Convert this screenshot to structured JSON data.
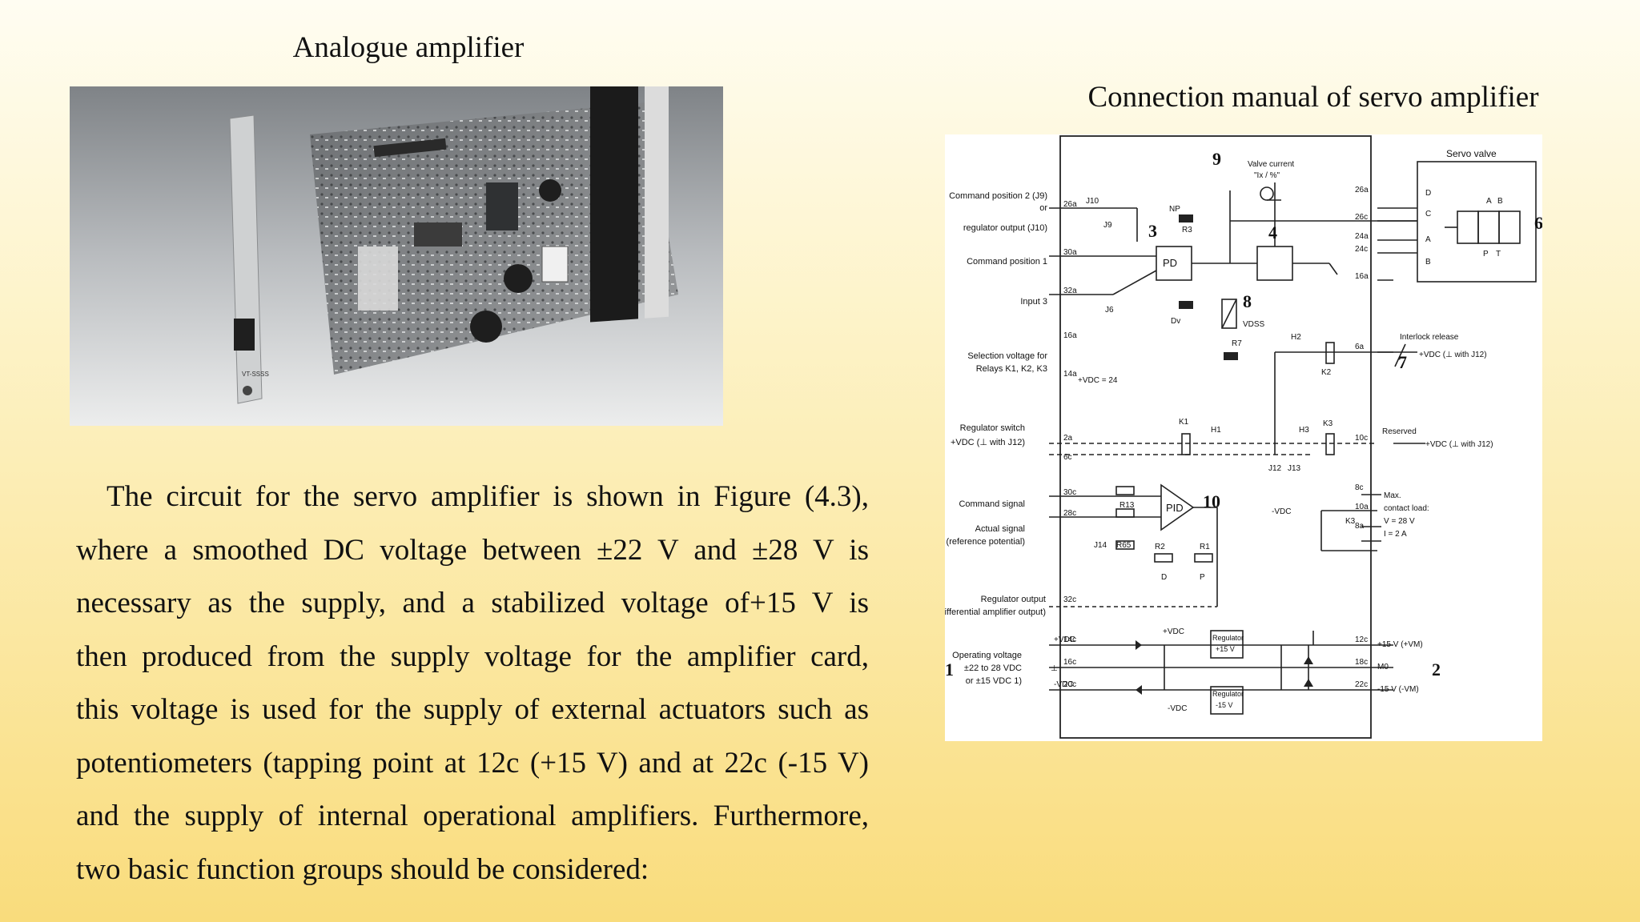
{
  "slide": {
    "left_title": "Analogue amplifier",
    "right_title": "Connection manual of servo amplifier",
    "paragraph_lines": [
      "The circuit for the servo amplifier is shown in Figure (4.3),",
      "where a smoothed  DC voltage between ±22 V and ±28 V is",
      "necessary as the supply, and a stabilized  voltage of+15 V is",
      "then produced from the supply voltage for the amplifier card,",
      "this  voltage is used for the supply of external actuators such as",
      "potentiometers (tapping  point at 12c (+15 V) and at 22c (-15 V)",
      "and the supply of internal operational  amplifiers. Furthermore,",
      "two basic function groups should be considered:"
    ]
  },
  "photo": {
    "front_panel_label": "VT-SSSS",
    "icon": "circuit-card-photo"
  },
  "diagram": {
    "left_labels": {
      "cmd2_a": "Command position 2 (J9)",
      "cmd2_b": "or",
      "cmd2_c": "regulator output (J10)",
      "cmd1": "Command position 1",
      "input3": "Input 3",
      "selv_a": "Selection voltage for",
      "selv_b": "Relays K1, K2, K3",
      "regsw_a": "Regulator switch",
      "regsw_b": "+VDC (⊥ with J12)",
      "cmdsig": "Command signal",
      "actsig_a": "Actual signal",
      "actsig_b": "(reference potential)",
      "regout_a": "Regulator output",
      "regout_b": "(Differential amplifier output)",
      "opv_a": "Operating voltage",
      "opv_b": "±22 to 28 VDC",
      "opv_c": "or ±15 VDC 1)"
    },
    "left_pins": {
      "p26a": "26a",
      "p30a": "30a",
      "p32a": "32a",
      "p16a": "16a",
      "p14a": "14a",
      "p2a": "2a",
      "p6c": "6c",
      "p30c": "30c",
      "p28c": "28c",
      "p32c": "32c",
      "p14c": "14c",
      "p16c": "16c",
      "p20c": "20c"
    },
    "right_pins": {
      "r26a": "26a",
      "r26c": "26c",
      "r24a": "24a",
      "r24c": "24c",
      "r16a": "16a",
      "r6a": "6a",
      "r10c": "10c",
      "r8c": "8c",
      "r10a": "10a",
      "r8a": "8a",
      "r12c": "12c",
      "r18c": "18c",
      "r22c": "22c"
    },
    "components": {
      "pd": "PD",
      "pid": "PID",
      "np": "NP",
      "r3": "R3",
      "j10": "J10",
      "j9": "J9",
      "j6": "J6",
      "dv": "Dv",
      "r7": "R7",
      "vdss": "VDSS",
      "vdc24": "+VDC = 24",
      "k1": "K1",
      "k2": "K2",
      "k3": "K3",
      "h1": "H1",
      "h2": "H2",
      "h3": "H3",
      "j12": "J12",
      "j13": "J13",
      "mvdc": "-VDC",
      "r13": "R13",
      "j14": "J14",
      "r65": "R65",
      "r2": "R2",
      "r1": "R1",
      "d": "D",
      "p": "P",
      "reg_p_a": "Regulator",
      "reg_p_b": "+15 V",
      "reg_n_a": "Regulator",
      "reg_n_b": "-15 V",
      "pvdc": "+VDC",
      "nvdc": "-VDC",
      "gnd": "⊥",
      "valve_current_a": "Valve current",
      "valve_current_b": "\"Ix / %\""
    },
    "right_labels": {
      "servo_valve": "Servo valve",
      "interlock": "Interlock release",
      "interlock_v": "+VDC (⊥ with J12)",
      "reserved": "Reserved",
      "reserved_v": "+VDC (⊥ with J12)",
      "max_a": "Max.",
      "max_b": "contact load:",
      "max_c": "V = 28 V",
      "max_d": "I = 2 A",
      "out_p15": "+15 V (+VM)",
      "out_m0": "M0",
      "out_n15": "-15 V (-VM)"
    },
    "valve_ports": {
      "a": "A",
      "b": "B",
      "p": "P",
      "t": "T",
      "c": "C",
      "d": "D",
      "la": "A",
      "lb": "B"
    },
    "numbers": {
      "n1": "1",
      "n2": "2",
      "n3": "3",
      "n4": "4",
      "n6": "6",
      "n7": "7",
      "n8": "8",
      "n9": "9",
      "n10": "10"
    }
  }
}
